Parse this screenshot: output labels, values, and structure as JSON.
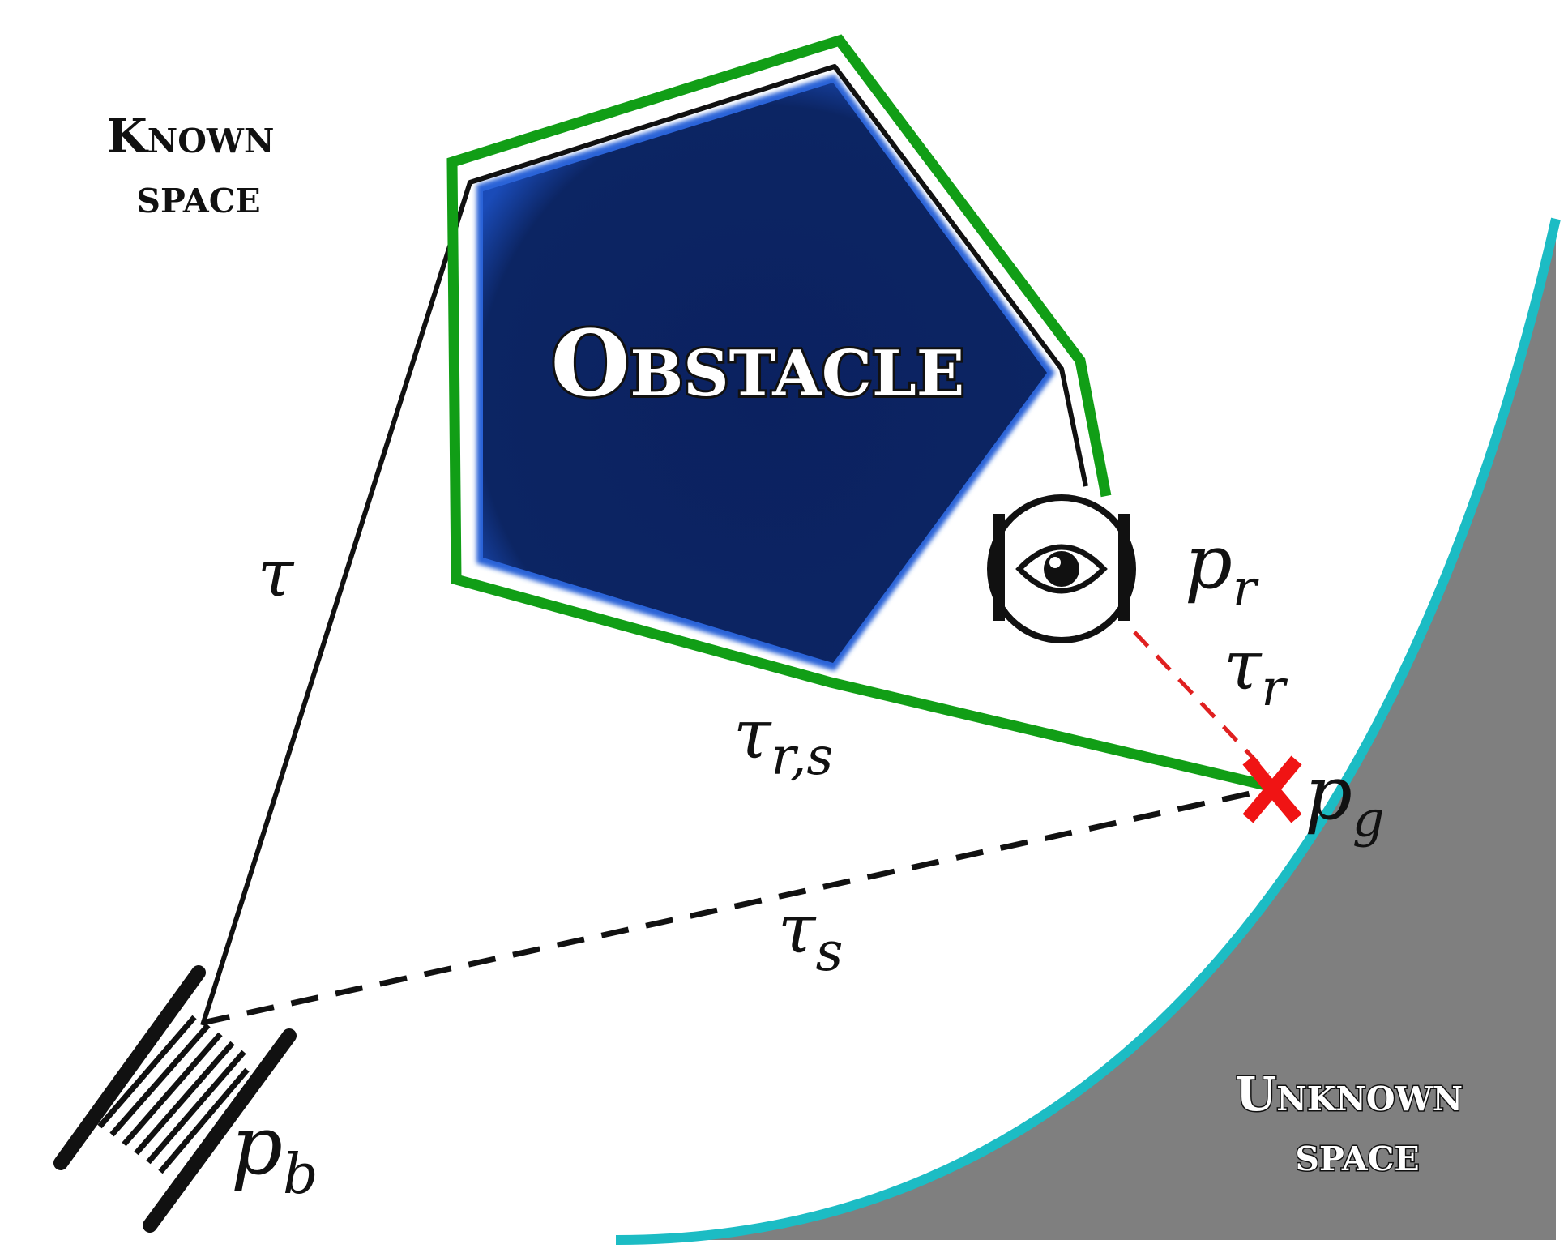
{
  "labels": {
    "known_space_line1": "Known",
    "known_space_line2": "space",
    "unknown_space_line1": "Unknown",
    "unknown_space_line2": "space",
    "obstacle": "Obstacle",
    "tau": "τ",
    "tau_r": "τ",
    "tau_r_sub": "r",
    "tau_rs": "τ",
    "tau_rs_sub": "r,s",
    "tau_s": "τ",
    "tau_s_sub": "s",
    "p_r": "p",
    "p_r_sub": "r",
    "p_g": "p",
    "p_g_sub": "g",
    "p_b": "p",
    "p_b_sub": "b"
  },
  "colors": {
    "obstacle_fill": "#0a2466",
    "obstacle_highlight": "#2a64d8",
    "green_path": "#119e16",
    "unknown_fill": "#7f7f7f",
    "frontier": "#1cbcc4",
    "goal_marker": "#f01414",
    "red_dashed": "#e02020"
  },
  "icons": {
    "robot": "eye-icon",
    "goal": "x-mark-icon",
    "tether_spool": "spool-icon"
  }
}
